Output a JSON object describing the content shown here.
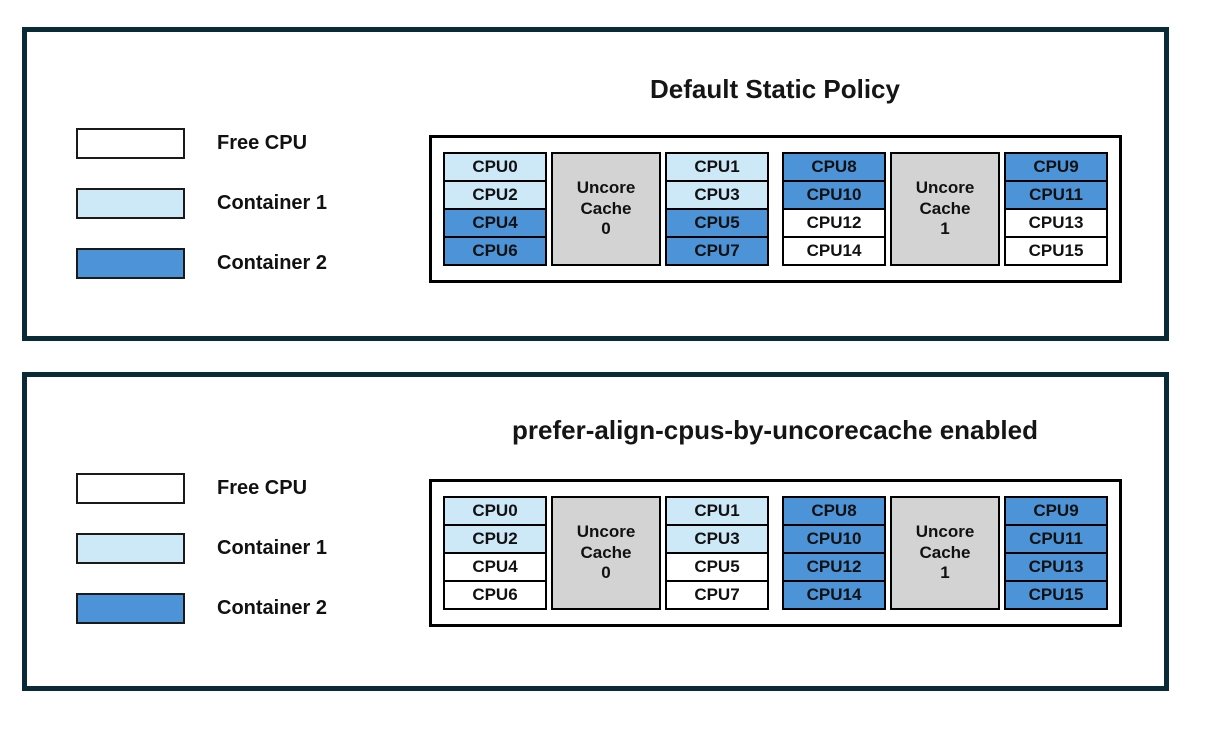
{
  "colors": {
    "free": "#ffffff",
    "container1": "#cde8f7",
    "container2": "#4d93d8",
    "cache_fill": "#d3d3d3",
    "panel_border": "#0a2a38",
    "cell_border": "#000000"
  },
  "legend": {
    "items": [
      {
        "label": "Free CPU",
        "state": "free"
      },
      {
        "label": "Container 1",
        "state": "c1"
      },
      {
        "label": "Container 2",
        "state": "c2"
      }
    ]
  },
  "panels": [
    {
      "title": "Default Static Policy",
      "caches": [
        {
          "label_lines": [
            "Uncore",
            "Cache",
            "0"
          ],
          "left": [
            {
              "label": "CPU0",
              "state": "c1"
            },
            {
              "label": "CPU2",
              "state": "c1"
            },
            {
              "label": "CPU4",
              "state": "c2"
            },
            {
              "label": "CPU6",
              "state": "c2"
            }
          ],
          "right": [
            {
              "label": "CPU1",
              "state": "c1"
            },
            {
              "label": "CPU3",
              "state": "c1"
            },
            {
              "label": "CPU5",
              "state": "c2"
            },
            {
              "label": "CPU7",
              "state": "c2"
            }
          ]
        },
        {
          "label_lines": [
            "Uncore",
            "Cache",
            "1"
          ],
          "left": [
            {
              "label": "CPU8",
              "state": "c2"
            },
            {
              "label": "CPU10",
              "state": "c2"
            },
            {
              "label": "CPU12",
              "state": "free"
            },
            {
              "label": "CPU14",
              "state": "free"
            }
          ],
          "right": [
            {
              "label": "CPU9",
              "state": "c2"
            },
            {
              "label": "CPU11",
              "state": "c2"
            },
            {
              "label": "CPU13",
              "state": "free"
            },
            {
              "label": "CPU15",
              "state": "free"
            }
          ]
        }
      ]
    },
    {
      "title": "prefer-align-cpus-by-uncorecache enabled",
      "caches": [
        {
          "label_lines": [
            "Uncore",
            "Cache",
            "0"
          ],
          "left": [
            {
              "label": "CPU0",
              "state": "c1"
            },
            {
              "label": "CPU2",
              "state": "c1"
            },
            {
              "label": "CPU4",
              "state": "free"
            },
            {
              "label": "CPU6",
              "state": "free"
            }
          ],
          "right": [
            {
              "label": "CPU1",
              "state": "c1"
            },
            {
              "label": "CPU3",
              "state": "c1"
            },
            {
              "label": "CPU5",
              "state": "free"
            },
            {
              "label": "CPU7",
              "state": "free"
            }
          ]
        },
        {
          "label_lines": [
            "Uncore",
            "Cache",
            "1"
          ],
          "left": [
            {
              "label": "CPU8",
              "state": "c2"
            },
            {
              "label": "CPU10",
              "state": "c2"
            },
            {
              "label": "CPU12",
              "state": "c2"
            },
            {
              "label": "CPU14",
              "state": "c2"
            }
          ],
          "right": [
            {
              "label": "CPU9",
              "state": "c2"
            },
            {
              "label": "CPU11",
              "state": "c2"
            },
            {
              "label": "CPU13",
              "state": "c2"
            },
            {
              "label": "CPU15",
              "state": "c2"
            }
          ]
        }
      ]
    }
  ]
}
